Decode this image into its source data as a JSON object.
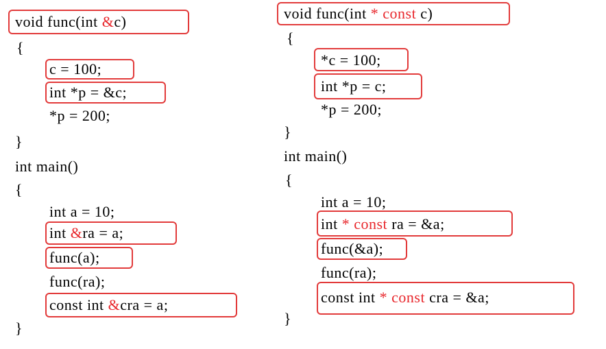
{
  "accent_color": "#e8262b",
  "left": {
    "lines": [
      {
        "parts": [
          {
            "t": "void func(int "
          },
          {
            "t": "&",
            "red": true
          },
          {
            "t": "c)"
          }
        ]
      },
      {
        "parts": [
          {
            "t": "{"
          }
        ]
      },
      {
        "parts": [
          {
            "t": "c = 100;"
          }
        ]
      },
      {
        "parts": [
          {
            "t": "int *p = &c;"
          }
        ]
      },
      {
        "parts": [
          {
            "t": "*p = 200;"
          }
        ]
      },
      {
        "parts": [
          {
            "t": "}"
          }
        ]
      },
      {
        "parts": [
          {
            "t": "int main()"
          }
        ]
      },
      {
        "parts": [
          {
            "t": "{"
          }
        ]
      },
      {
        "parts": [
          {
            "t": "int a = 10;"
          }
        ]
      },
      {
        "parts": [
          {
            "t": "int "
          },
          {
            "t": "&",
            "red": true
          },
          {
            "t": "ra = a;"
          }
        ]
      },
      {
        "parts": [
          {
            "t": "func(a);"
          }
        ]
      },
      {
        "parts": [
          {
            "t": "func(ra);"
          }
        ]
      },
      {
        "parts": [
          {
            "t": "const int "
          },
          {
            "t": "&",
            "red": true
          },
          {
            "t": "cra = a;"
          }
        ]
      },
      {
        "parts": [
          {
            "t": "}"
          }
        ]
      }
    ]
  },
  "right": {
    "lines": [
      {
        "parts": [
          {
            "t": "void func(int "
          },
          {
            "t": "* const",
            "red": true
          },
          {
            "t": " c)"
          }
        ]
      },
      {
        "parts": [
          {
            "t": "{"
          }
        ]
      },
      {
        "parts": [
          {
            "t": "*c = 100;"
          }
        ]
      },
      {
        "parts": [
          {
            "t": "int *p = c;"
          }
        ]
      },
      {
        "parts": [
          {
            "t": "*p = 200;"
          }
        ]
      },
      {
        "parts": [
          {
            "t": "}"
          }
        ]
      },
      {
        "parts": [
          {
            "t": "int main()"
          }
        ]
      },
      {
        "parts": [
          {
            "t": "{"
          }
        ]
      },
      {
        "parts": [
          {
            "t": "int a = 10;"
          }
        ]
      },
      {
        "parts": [
          {
            "t": "int "
          },
          {
            "t": "* const",
            "red": true
          },
          {
            "t": " ra = &a;"
          }
        ]
      },
      {
        "parts": [
          {
            "t": "func(&a);"
          }
        ]
      },
      {
        "parts": [
          {
            "t": "func(ra);"
          }
        ]
      },
      {
        "parts": [
          {
            "t": "const int "
          },
          {
            "t": "* const",
            "red": true
          },
          {
            "t": " cra = &a;"
          }
        ]
      },
      {
        "parts": [
          {
            "t": "}"
          }
        ]
      }
    ]
  }
}
